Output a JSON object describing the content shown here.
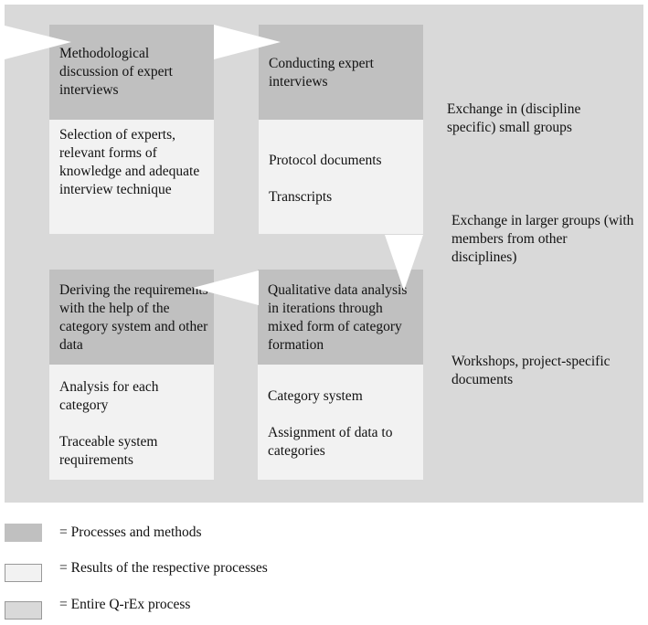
{
  "boxes": {
    "b1": {
      "process": "Methodological discussion of expert interviews",
      "results": [
        "Selection of experts, relevant forms of knowledge and adequate interview technique"
      ]
    },
    "b2": {
      "process": "Conducting expert interviews",
      "results": [
        "Protocol documents",
        "Transcripts"
      ]
    },
    "b3": {
      "process": "Deriving the requirements with the help of the category system and other data",
      "results": [
        "Analysis for each category",
        "Traceable system requirements"
      ]
    },
    "b4": {
      "process": "Qualitative data analysis in iterations through mixed form of category formation",
      "results": [
        "Category system",
        "Assignment of data to categories"
      ]
    }
  },
  "side_notes": [
    "Exchange in (discipline specific) small groups",
    "Exchange in larger groups (with members from other disciplines)",
    "Workshops, project-specific documents"
  ],
  "legend": [
    {
      "text": "= Processes and methods",
      "color": "#c0c0c0"
    },
    {
      "text": "= Results of the respective processes",
      "color": "#f2f2f2"
    },
    {
      "text": "= Entire Q-rEx process",
      "color": "#d9d9d9"
    }
  ]
}
